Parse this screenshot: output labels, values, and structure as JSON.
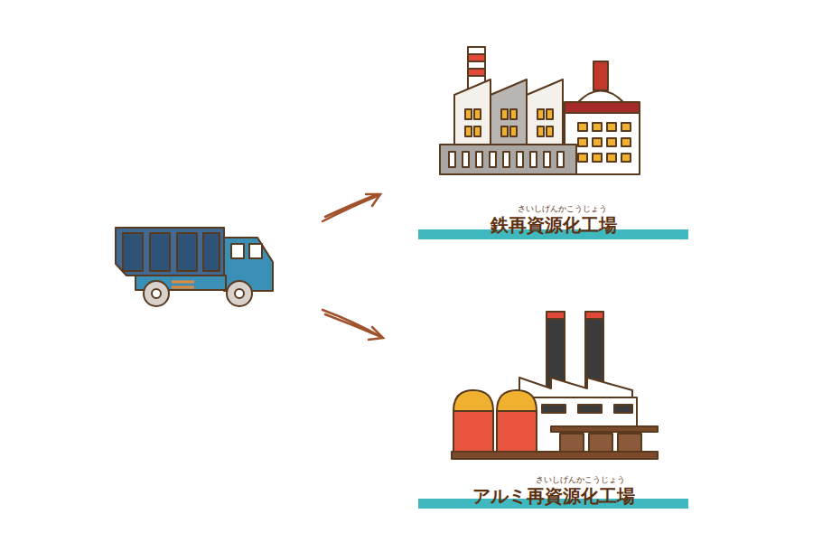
{
  "diagram": {
    "nodes": [
      {
        "text": [
          "さいしげんかこうじょう",
          "鉄再資源化工場"
        ]
      },
      {
        "text": [
          "さいしげんかこうじょう",
          "アルミ再資源化工場"
        ]
      }
    ]
  }
}
